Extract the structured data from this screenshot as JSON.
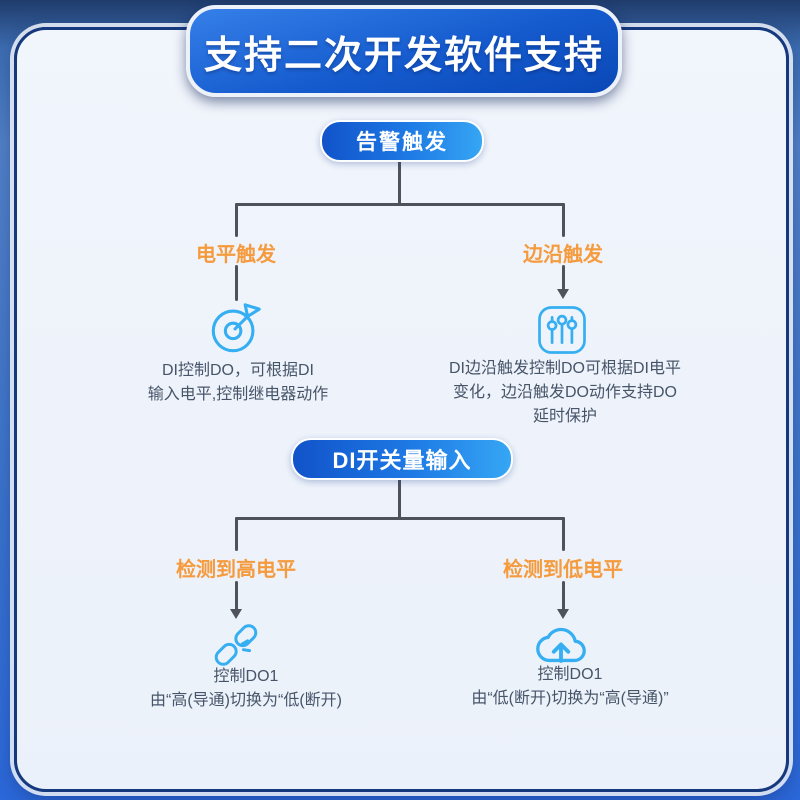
{
  "banner": {
    "title": "支持二次开发软件支持"
  },
  "flow1": {
    "root": "告警触发",
    "branches": [
      {
        "label": "电平触发",
        "icon": "target-dart-icon",
        "desc_lines": [
          "DI控制DO，可根据DI",
          "输入电平,控制继电器动作"
        ]
      },
      {
        "label": "边沿触发",
        "icon": "sliders-icon",
        "desc_lines": [
          "DI边沿触发控制DO可根据DI电平",
          "变化，边沿触发DO动作支持DO",
          "延时保护"
        ]
      }
    ]
  },
  "flow2": {
    "root": "DI开关量输入",
    "branches": [
      {
        "label": "检测到高电平",
        "icon": "broken-link-icon",
        "desc_lines": [
          "控制DO1",
          "由“高(导通)切换为“低(断开)"
        ]
      },
      {
        "label": "检测到低电平",
        "icon": "cloud-upload-icon",
        "desc_lines": [
          "控制DO1",
          "由“低(断开)切换为“高(导通)”"
        ]
      }
    ]
  },
  "colors": {
    "banner_blue": "#0d4fc0",
    "node_blue_start": "#1153ca",
    "node_blue_end": "#36a6f4",
    "label_orange": "#F59B3D",
    "icon_blue": "#35AEF2",
    "line_gray": "#4d525b",
    "panel_bg": "#eef3fb",
    "body_text": "#475569",
    "frame_navy": "#16397e"
  }
}
